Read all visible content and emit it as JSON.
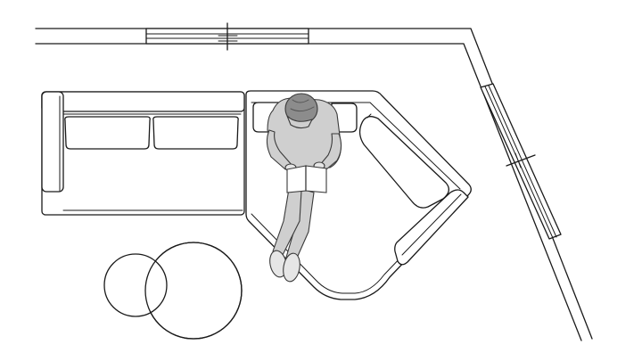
{
  "colors": {
    "stroke": "#1a1a1a",
    "figure": "#cfcfcf",
    "hair": "#8c8c8c",
    "background": "#ffffff"
  },
  "elements": {
    "wall": "wall",
    "windows": [
      "window-top",
      "window-right"
    ],
    "furniture": [
      "sofa-left-section",
      "sofa-corner-section",
      "coffee-table-large",
      "coffee-table-small"
    ],
    "figure": "person-reading"
  }
}
